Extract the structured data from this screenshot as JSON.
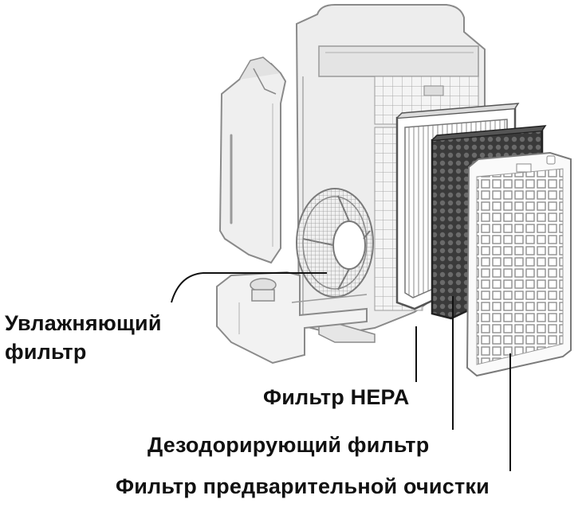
{
  "labels": {
    "humidifying_filter_line1": "Увлажняющий",
    "humidifying_filter_line2": "фильтр",
    "hepa_filter": "Фильтр HEPA",
    "deodorizing_filter": "Дезодорирующий фильтр",
    "pre_filter": "Фильтр предварительной очистки"
  },
  "colors": {
    "body_fill": "#eeeeee",
    "outline": "#8a8a8a",
    "leader": "#111111",
    "deodor_fill": "#3a3a3a",
    "hepa_pleat": "#777777"
  }
}
